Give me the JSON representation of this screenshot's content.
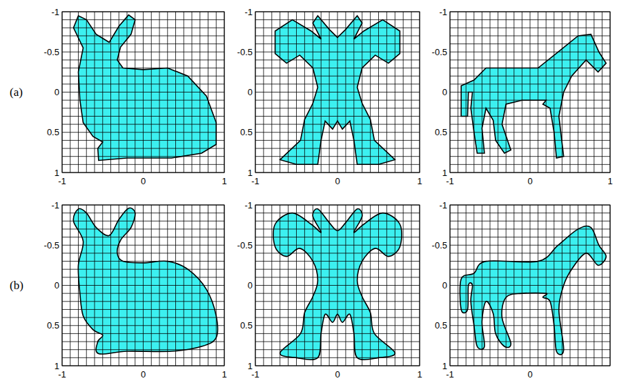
{
  "diagram": {
    "labels": [
      "(a)",
      "-1",
      "-0.5",
      "0",
      "0.5",
      "1",
      "-1",
      "0",
      "1",
      "-1",
      "-0.5",
      "0",
      "0.5",
      "1",
      "-1",
      "0",
      "1",
      "-1",
      "-0.5",
      "0",
      "0.5",
      "1",
      "-1",
      "0",
      "1",
      "(b)",
      "-1",
      "-0.5",
      "0",
      "0.5",
      "1",
      "-1",
      "0",
      "1",
      "-1",
      "-0.5",
      "0",
      "0.5",
      "1",
      "-1",
      "0",
      "1",
      "-1",
      "-0.5",
      "0",
      "0.5",
      "1",
      "-1",
      "0"
    ]
  }
}
